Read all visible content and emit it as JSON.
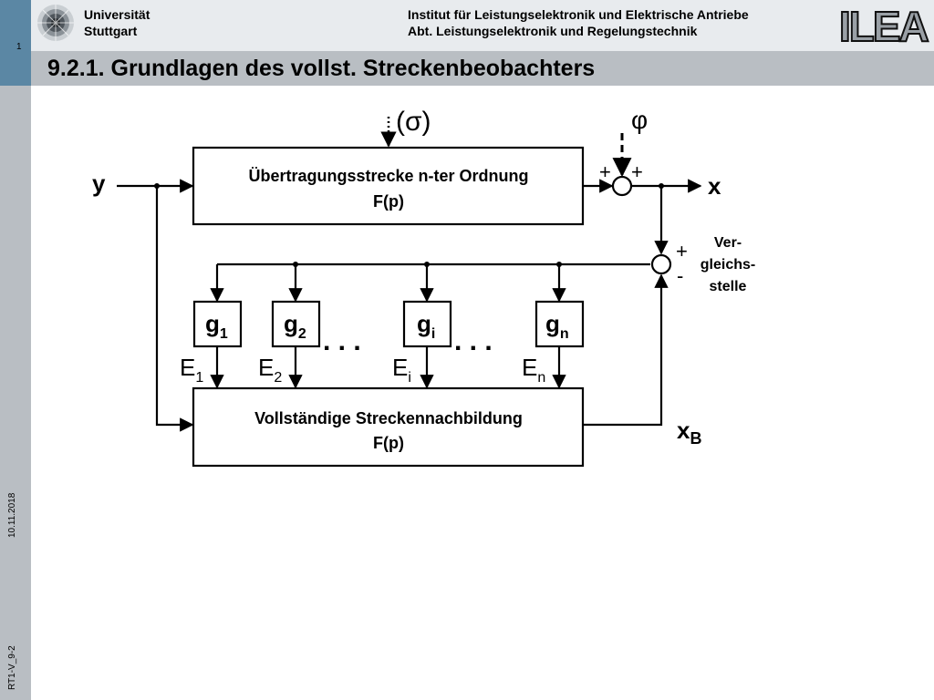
{
  "header": {
    "university_line1": "Universität",
    "university_line2": "Stuttgart",
    "institute_line1": "Institut für Leistungselektronik und Elektrische Antriebe",
    "institute_line2": "Abt. Leistungselektronik und Regelungstechnik",
    "logo_text": "ILEA",
    "page_number": "1"
  },
  "title": "9.2.1. Grundlagen des vollst. Streckenbeobachters",
  "sidebar": {
    "date": "10.11.2018",
    "code": "RT1-V_9-2"
  },
  "diagram": {
    "disturbance_label": "(σ)",
    "phi_label": "φ",
    "input_label": "y",
    "output_label": "x",
    "plant_block_line1": "Übertragungsstrecke n-ter Ordnung",
    "plant_block_line2": "F(p)",
    "model_block_line1": "Vollständige Streckennachbildung",
    "model_block_line2": "F(p)",
    "sum1_sign_left": "+",
    "sum1_sign_right": "+",
    "sum2_sign_plus": "+",
    "sum2_sign_minus": "-",
    "comparison_label_line1": "Ver-",
    "comparison_label_line2": "gleichs-",
    "comparison_label_line3": "stelle",
    "gains": [
      {
        "base": "g",
        "sub": "1"
      },
      {
        "base": "g",
        "sub": "2"
      },
      {
        "base": "g",
        "sub": "i"
      },
      {
        "base": "g",
        "sub": "n"
      }
    ],
    "errors": [
      {
        "base": "E",
        "sub": "1"
      },
      {
        "base": "E",
        "sub": "2"
      },
      {
        "base": "E",
        "sub": "i"
      },
      {
        "base": "E",
        "sub": "n"
      }
    ],
    "ellipsis": ". . .",
    "estimate_base": "x",
    "estimate_sub": "B"
  }
}
